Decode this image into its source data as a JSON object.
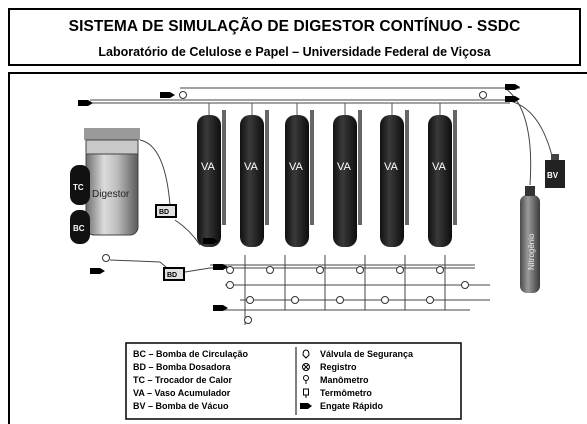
{
  "header": {
    "title": "SISTEMA DE SIMULAÇÃO DE DIGESTOR CONTÍNUO - SSDC",
    "subtitle": "Laboratório de Celulose e Papel – Universidade Federal de Viçosa"
  },
  "diagram": {
    "digestor_label": "Digestor",
    "tc_label": "TC",
    "bc_label": "BC",
    "bd_label": "BD",
    "va_label": "VA",
    "bv_label": "BV",
    "nitrogen_label": "Nitrogênio"
  },
  "legend": {
    "left": [
      "BC – Bomba de Circulação",
      "BD – Bomba Dosadora",
      "TC – Trocador de Calor",
      "VA – Vaso Acumulador",
      "BV – Bomba de Vácuo"
    ],
    "right": [
      {
        "icon": "safety-valve-icon",
        "label": "Válvula de Segurança"
      },
      {
        "icon": "register-valve-icon",
        "label": "Registro"
      },
      {
        "icon": "manometer-icon",
        "label": "Manômetro"
      },
      {
        "icon": "thermometer-icon",
        "label": "Termômetro"
      },
      {
        "icon": "quick-coupling-icon",
        "label": "Engate Rápido"
      }
    ]
  }
}
